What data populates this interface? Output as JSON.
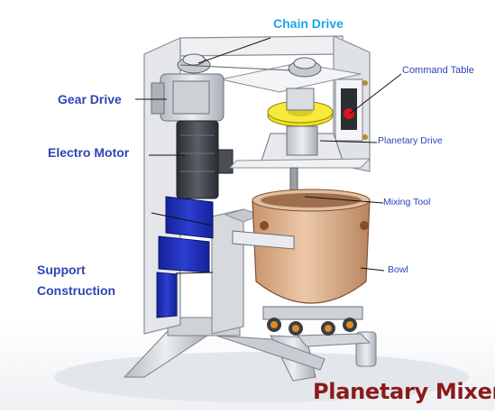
{
  "labels": {
    "chain_drive": "Chain Drive",
    "gear_drive": "Gear Drive",
    "command_table": "Command Table",
    "electro_motor": "Electro Motor",
    "planetary_drive": "Planetary Drive",
    "mixing_tool": "Mixing Tool",
    "bowl": "Bowl",
    "support_line1": "Support",
    "support_line2": "Construction"
  },
  "title": "Planetary Mixer",
  "colors": {
    "label_blue": "#2f44b5",
    "label_cyan": "#1aa7e8",
    "title_red": "#8b1a1a",
    "frame_gray": "#d9dce1",
    "motor_dark": "#3b3f45",
    "support_blue": "#1f2fb8",
    "bowl_tan": "#d7ae8a",
    "gear_yellow": "#f2e21a",
    "button_red": "#d9141e"
  }
}
